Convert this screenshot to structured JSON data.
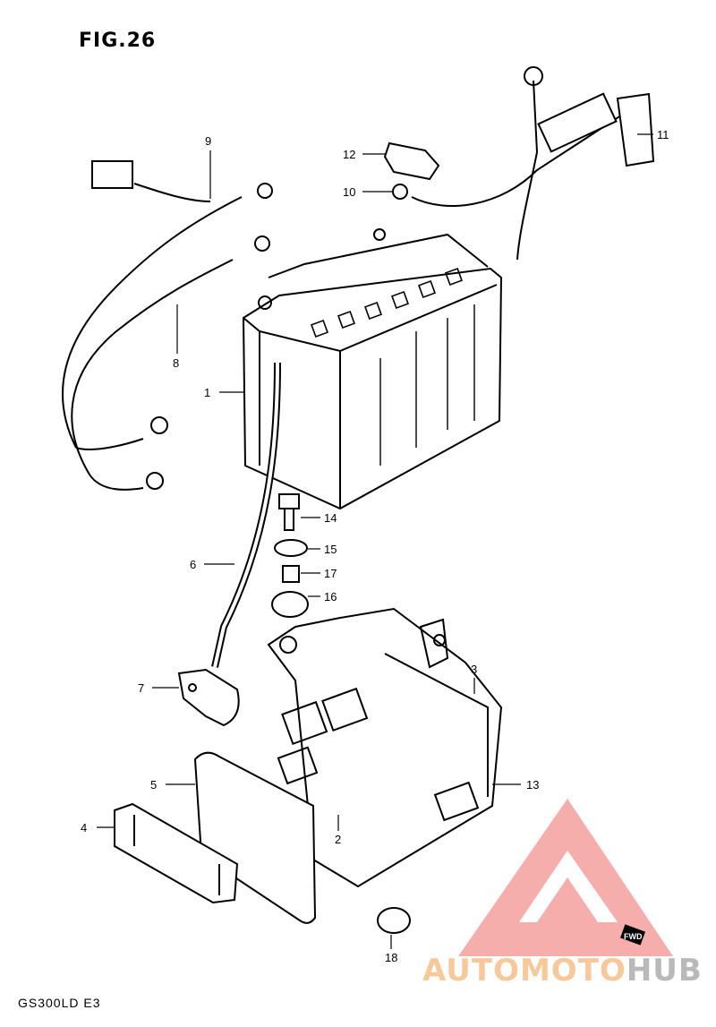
{
  "figure": {
    "title": "FIG.26",
    "model": "GS300LD  E3"
  },
  "callouts": [
    {
      "id": "c1",
      "label": "1"
    },
    {
      "id": "c2",
      "label": "2"
    },
    {
      "id": "c3",
      "label": "3"
    },
    {
      "id": "c4",
      "label": "4"
    },
    {
      "id": "c5",
      "label": "5"
    },
    {
      "id": "c6",
      "label": "6"
    },
    {
      "id": "c7",
      "label": "7"
    },
    {
      "id": "c8",
      "label": "8"
    },
    {
      "id": "c9",
      "label": "9"
    },
    {
      "id": "c10",
      "label": "10"
    },
    {
      "id": "c11",
      "label": "11"
    },
    {
      "id": "c12",
      "label": "12"
    },
    {
      "id": "c13",
      "label": "13"
    },
    {
      "id": "c14",
      "label": "14"
    },
    {
      "id": "c15",
      "label": "15"
    },
    {
      "id": "c16",
      "label": "16"
    },
    {
      "id": "c17",
      "label": "17"
    },
    {
      "id": "c18",
      "label": "18"
    }
  ],
  "fwd_label": "FWD",
  "watermark": {
    "part1": "AUTOMOTO",
    "part2": "HUB",
    "color_primary": "#f7a3a0",
    "color_text": "#f7c89a",
    "color_grey": "#b9b9b9"
  }
}
